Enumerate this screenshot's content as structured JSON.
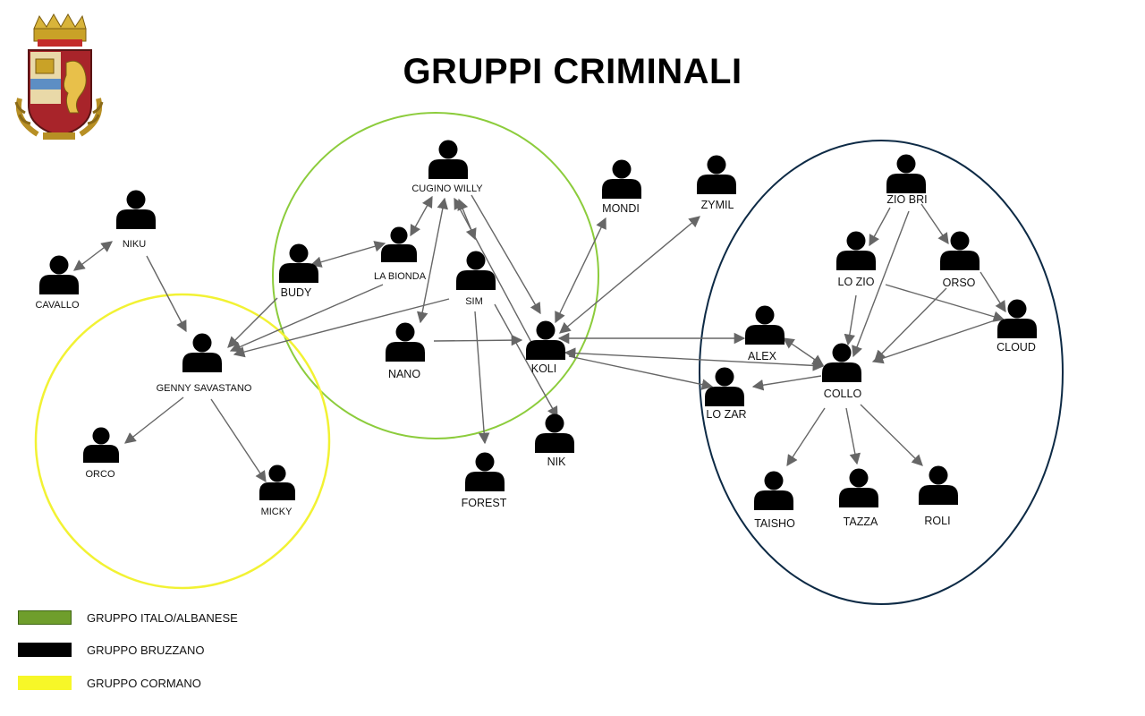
{
  "title": "GRUPPI CRIMINALI",
  "emblem_icon": "police-crest-icon",
  "colors": {
    "group_italo_albanese": "#8ccc3c",
    "group_bruzzano": "#0d2a45",
    "group_cormano": "#f2f233",
    "edge": "#666666",
    "person": "#000000"
  },
  "legend": [
    {
      "label": "GRUPPO ITALO/ALBANESE",
      "color": "#6f9e2c"
    },
    {
      "label": "GRUPPO BRUZZANO",
      "color": "#000000"
    },
    {
      "label": "GRUPPO CORMANO",
      "color": "#f7f728"
    }
  ],
  "nodes": [
    {
      "id": "niku",
      "label": "NIKU"
    },
    {
      "id": "cavallo",
      "label": "CAVALLO"
    },
    {
      "id": "genny",
      "label": "GENNY SAVASTANO"
    },
    {
      "id": "orco",
      "label": "ORCO"
    },
    {
      "id": "micky",
      "label": "MICKY"
    },
    {
      "id": "budy",
      "label": "BUDY"
    },
    {
      "id": "labionda",
      "label": "LA BIONDA"
    },
    {
      "id": "cugino",
      "label": "CUGINO WILLY"
    },
    {
      "id": "sim",
      "label": "SIM"
    },
    {
      "id": "nano",
      "label": "NANO"
    },
    {
      "id": "koli",
      "label": "KOLI"
    },
    {
      "id": "forest",
      "label": "FOREST"
    },
    {
      "id": "nik",
      "label": "NIK"
    },
    {
      "id": "mondi",
      "label": "MONDI"
    },
    {
      "id": "zymil",
      "label": "ZYMIL"
    },
    {
      "id": "ziobri",
      "label": "ZIO BRI"
    },
    {
      "id": "lozio",
      "label": "LO ZIO"
    },
    {
      "id": "orso",
      "label": "ORSO"
    },
    {
      "id": "cloud",
      "label": "CLOUD"
    },
    {
      "id": "alex",
      "label": "ALEX"
    },
    {
      "id": "collo",
      "label": "COLLO"
    },
    {
      "id": "lozar",
      "label": "LO ZAR"
    },
    {
      "id": "taisho",
      "label": "TAISHO"
    },
    {
      "id": "tazza",
      "label": "TAZZA"
    },
    {
      "id": "roli",
      "label": "ROLI"
    }
  ]
}
